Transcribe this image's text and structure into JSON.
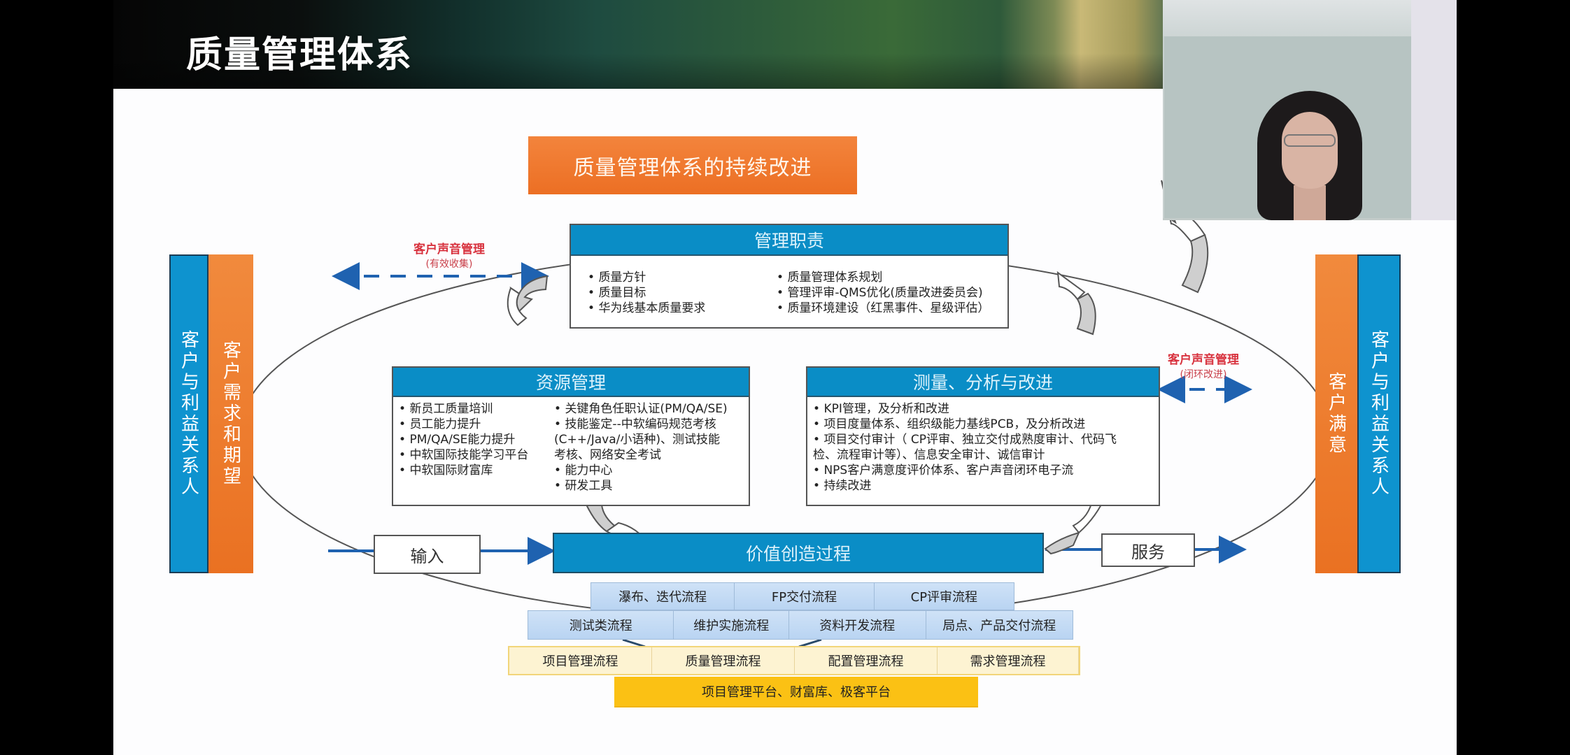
{
  "slide": {
    "title": "质量管理体系",
    "banner": "质量管理体系的持续改进",
    "left_stakeholders": "客户与利益关系人",
    "left_requirements": "客户需求和期望",
    "right_satisfaction": "客户满意",
    "right_stakeholders": "客户与利益关系人",
    "voice_left": {
      "title": "客户声音管理",
      "sub": "(有效收集)"
    },
    "voice_right": {
      "title": "客户声音管理",
      "sub": "(闭环改进)"
    },
    "mgmt_panel": {
      "title": "管理职责",
      "col1": [
        "质量方针",
        "质量目标",
        "华为线基本质量要求"
      ],
      "col2": [
        "质量管理体系规划",
        "管理评审-QMS优化(质量改进委员会)",
        "质量环境建设（红黑事件、星级评估）"
      ]
    },
    "resource_panel": {
      "title": "资源管理",
      "col1": [
        "新员工质量培训",
        "员工能力提升",
        "PM/QA/SE能力提升",
        "中软国际技能学习平台",
        "中软国际财富库"
      ],
      "col2": [
        "关键角色任职认证(PM/QA/SE)",
        "技能鉴定--中软编码规范考核",
        "(C++/Java/小语种)、测试技能",
        "考核、网络安全考试",
        "能力中心",
        "研发工具"
      ]
    },
    "measure_panel": {
      "title": "测量、分析与改进",
      "items": [
        "KPI管理，及分析和改进",
        "项目度量体系、组织级能力基线PCB，及分析改进",
        "项目交付审计（ CP评审、独立交付成熟度审计、代码飞",
        "检、流程审计等）、信息安全审计、诚信审计",
        "NPS客户满意度评价体系、客户声音闭环电子流",
        "持续改进"
      ]
    },
    "value_process": "价值创造过程",
    "input_label": "输入",
    "service_label": "服务",
    "process_rows": {
      "row1": [
        "瀑布、迭代流程",
        "FP交付流程",
        "CP评审流程"
      ],
      "row2": [
        "测试类流程",
        "维护实施流程",
        "资料开发流程",
        "局点、产品交付流程"
      ],
      "row3": [
        "项目管理流程",
        "质量管理流程",
        "配置管理流程",
        "需求管理流程"
      ]
    },
    "platform": "项目管理平台、财富库、极客平台"
  },
  "colors": {
    "blue": "#0a8dc6",
    "orange": "#ec6f24",
    "voice_red": "#d8323e",
    "dash_blue": "#1f62b0",
    "process_blue": "#c6dcf5",
    "process_cream": "#fdf3d2",
    "platform_yellow": "#fbc114"
  },
  "webcam": {
    "label": "presenter-video"
  }
}
